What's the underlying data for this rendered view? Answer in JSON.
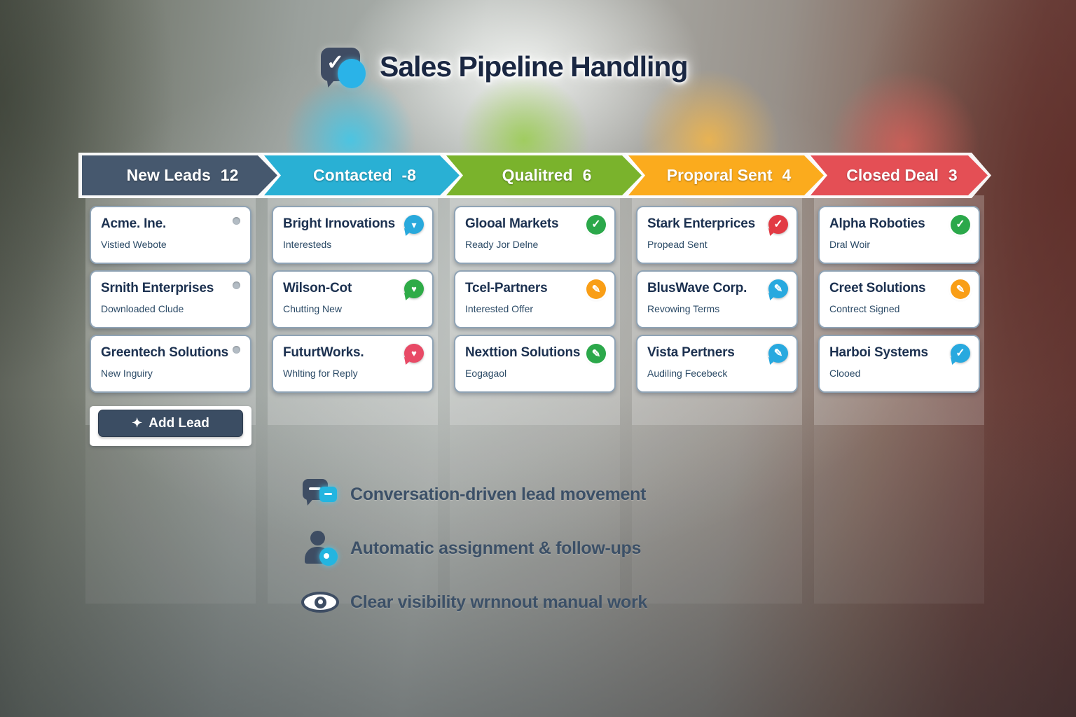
{
  "title": {
    "text": "Sales Pipeline Handling"
  },
  "stages": [
    {
      "label": "New Leads",
      "count": "12",
      "color": "#46586e",
      "cards": [
        {
          "name": "Acme. Ine.",
          "status": "Vistied Webote",
          "icon": {
            "shape": "dot",
            "color": "#b3bcc4",
            "glyph": ""
          }
        },
        {
          "name": "Srnith Enterprises",
          "status": "Downloaded Clude",
          "icon": {
            "shape": "dot",
            "color": "#b3bcc4",
            "glyph": ""
          }
        },
        {
          "name": "Greentech Solutions",
          "status": "New Inguiry",
          "icon": {
            "shape": "dot",
            "color": "#b3bcc4",
            "glyph": ""
          }
        }
      ],
      "add_button": {
        "label": "Add Lead",
        "icon": "✦"
      }
    },
    {
      "label": "Contacted",
      "count": "-8",
      "color": "#29b0d4",
      "cards": [
        {
          "name": "Bright Irnovations",
          "status": "Interesteds",
          "icon": {
            "shape": "bubble",
            "color": "#29a9dc",
            "glyph": "▾"
          }
        },
        {
          "name": "Wilson-Cot",
          "status": "Chutting New",
          "icon": {
            "shape": "bubble",
            "color": "#2eab47",
            "glyph": "♥"
          }
        },
        {
          "name": "FuturtWorks.",
          "status": "Whlting for Reply",
          "icon": {
            "shape": "bubble",
            "color": "#e84a66",
            "glyph": "♥"
          }
        }
      ]
    },
    {
      "label": "Qualitred",
      "count": "6",
      "color": "#7ab32c",
      "cards": [
        {
          "name": "Glooal Markets",
          "status": "Ready Jor Delne",
          "icon": {
            "shape": "circle",
            "color": "#2ba84a",
            "glyph": "✓"
          }
        },
        {
          "name": "Tcel-Partners",
          "status": "Interested Offer",
          "icon": {
            "shape": "circle",
            "color": "#f99e16",
            "glyph": "✎"
          }
        },
        {
          "name": "Nexttion Solutions",
          "status": "Eogagaol",
          "icon": {
            "shape": "circle",
            "color": "#2ba84a",
            "glyph": "✎"
          }
        }
      ]
    },
    {
      "label": "Proporal Sent",
      "count": "4",
      "color": "#fbab1d",
      "cards": [
        {
          "name": "Stark Enterprices",
          "status": "Propead Sent",
          "icon": {
            "shape": "bubble",
            "color": "#e23b44",
            "glyph": "✓"
          }
        },
        {
          "name": "BlusWave Corp.",
          "status": "Revowing Terms",
          "icon": {
            "shape": "bubble",
            "color": "#28a9df",
            "glyph": "✎"
          }
        },
        {
          "name": "Vista Pertners",
          "status": "Audiling Fecebeck",
          "icon": {
            "shape": "bubble",
            "color": "#28a9df",
            "glyph": "✎"
          }
        }
      ]
    },
    {
      "label": "Closed Deal",
      "count": "3",
      "color": "#e44f55",
      "cards": [
        {
          "name": "Alpha Roboties",
          "status": "Dral Woir",
          "icon": {
            "shape": "circle",
            "color": "#2ba84a",
            "glyph": "✓"
          }
        },
        {
          "name": "Creet Solutions",
          "status": "Contrect Signed",
          "icon": {
            "shape": "circle",
            "color": "#f99e16",
            "glyph": "✎"
          }
        },
        {
          "name": "Harboi Systems",
          "status": "Clooed",
          "icon": {
            "shape": "bubble",
            "color": "#28a9df",
            "glyph": "✓"
          }
        }
      ]
    }
  ],
  "features": [
    {
      "text": "Conversation-driven lead movement",
      "icon": "chat-duo-icon"
    },
    {
      "text": "Automatic assignment & follow-ups",
      "icon": "person-badge-icon"
    },
    {
      "text": "Clear visibility wrnnout manual work",
      "icon": "eye-icon"
    }
  ]
}
